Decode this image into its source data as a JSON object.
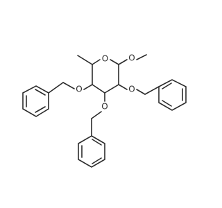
{
  "molecule": {
    "atom_labels": {
      "ring_oxygen": "O",
      "methoxy_oxygen": "O",
      "benzyloxy_oxygen_left": "O",
      "benzyloxy_oxygen_right": "O",
      "benzyloxy_oxygen_bottom": "O"
    }
  }
}
